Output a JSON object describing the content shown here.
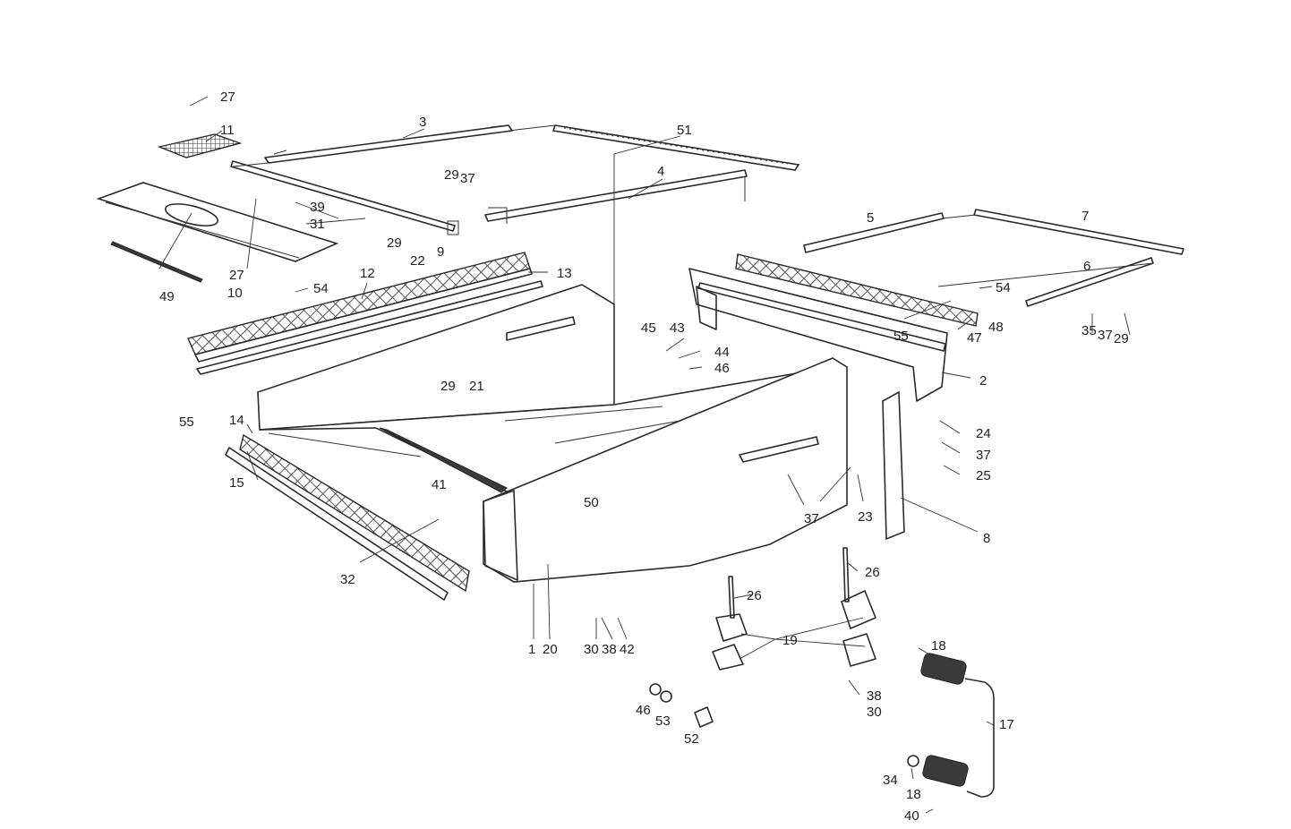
{
  "diagram": {
    "callouts": [
      {
        "id": "c27a",
        "label": "27"
      },
      {
        "id": "c11",
        "label": "11"
      },
      {
        "id": "c3",
        "label": "3"
      },
      {
        "id": "c51",
        "label": "51"
      },
      {
        "id": "c4",
        "label": "4"
      },
      {
        "id": "c29a",
        "label": "29"
      },
      {
        "id": "c37a",
        "label": "37"
      },
      {
        "id": "c39",
        "label": "39"
      },
      {
        "id": "c31",
        "label": "31"
      },
      {
        "id": "c29b",
        "label": "29"
      },
      {
        "id": "c22",
        "label": "22"
      },
      {
        "id": "c9",
        "label": "9"
      },
      {
        "id": "c27b",
        "label": "27"
      },
      {
        "id": "c10",
        "label": "10"
      },
      {
        "id": "c49",
        "label": "49"
      },
      {
        "id": "c12",
        "label": "12"
      },
      {
        "id": "c13",
        "label": "13"
      },
      {
        "id": "c54a",
        "label": "54"
      },
      {
        "id": "c5",
        "label": "5"
      },
      {
        "id": "c7",
        "label": "7"
      },
      {
        "id": "c6",
        "label": "6"
      },
      {
        "id": "c54b",
        "label": "54"
      },
      {
        "id": "c48",
        "label": "48"
      },
      {
        "id": "c47",
        "label": "47"
      },
      {
        "id": "c55a",
        "label": "55"
      },
      {
        "id": "c35",
        "label": "35"
      },
      {
        "id": "c37b",
        "label": "37"
      },
      {
        "id": "c29c",
        "label": "29"
      },
      {
        "id": "c45",
        "label": "45"
      },
      {
        "id": "c43",
        "label": "43"
      },
      {
        "id": "c44",
        "label": "44"
      },
      {
        "id": "c46a",
        "label": "46"
      },
      {
        "id": "c2",
        "label": "2"
      },
      {
        "id": "c29d",
        "label": "29"
      },
      {
        "id": "c21",
        "label": "21"
      },
      {
        "id": "c55b",
        "label": "55"
      },
      {
        "id": "c24",
        "label": "24"
      },
      {
        "id": "c37c",
        "label": "37"
      },
      {
        "id": "c25",
        "label": "25"
      },
      {
        "id": "c14",
        "label": "14"
      },
      {
        "id": "c15",
        "label": "15"
      },
      {
        "id": "c41",
        "label": "41"
      },
      {
        "id": "c50",
        "label": "50"
      },
      {
        "id": "c37d",
        "label": "37"
      },
      {
        "id": "c23",
        "label": "23"
      },
      {
        "id": "c8",
        "label": "8"
      },
      {
        "id": "c32",
        "label": "32"
      },
      {
        "id": "c26a",
        "label": "26"
      },
      {
        "id": "c26b",
        "label": "26"
      },
      {
        "id": "c19",
        "label": "19"
      },
      {
        "id": "c1",
        "label": "1"
      },
      {
        "id": "c20",
        "label": "20"
      },
      {
        "id": "c30a",
        "label": "30"
      },
      {
        "id": "c38a",
        "label": "38"
      },
      {
        "id": "c42",
        "label": "42"
      },
      {
        "id": "c18a",
        "label": "18"
      },
      {
        "id": "c38b",
        "label": "38"
      },
      {
        "id": "c30b",
        "label": "30"
      },
      {
        "id": "c17",
        "label": "17"
      },
      {
        "id": "c46b",
        "label": "46"
      },
      {
        "id": "c53",
        "label": "53"
      },
      {
        "id": "c52",
        "label": "52"
      },
      {
        "id": "c34",
        "label": "34"
      },
      {
        "id": "c18b",
        "label": "18"
      },
      {
        "id": "c40",
        "label": "40"
      }
    ]
  }
}
